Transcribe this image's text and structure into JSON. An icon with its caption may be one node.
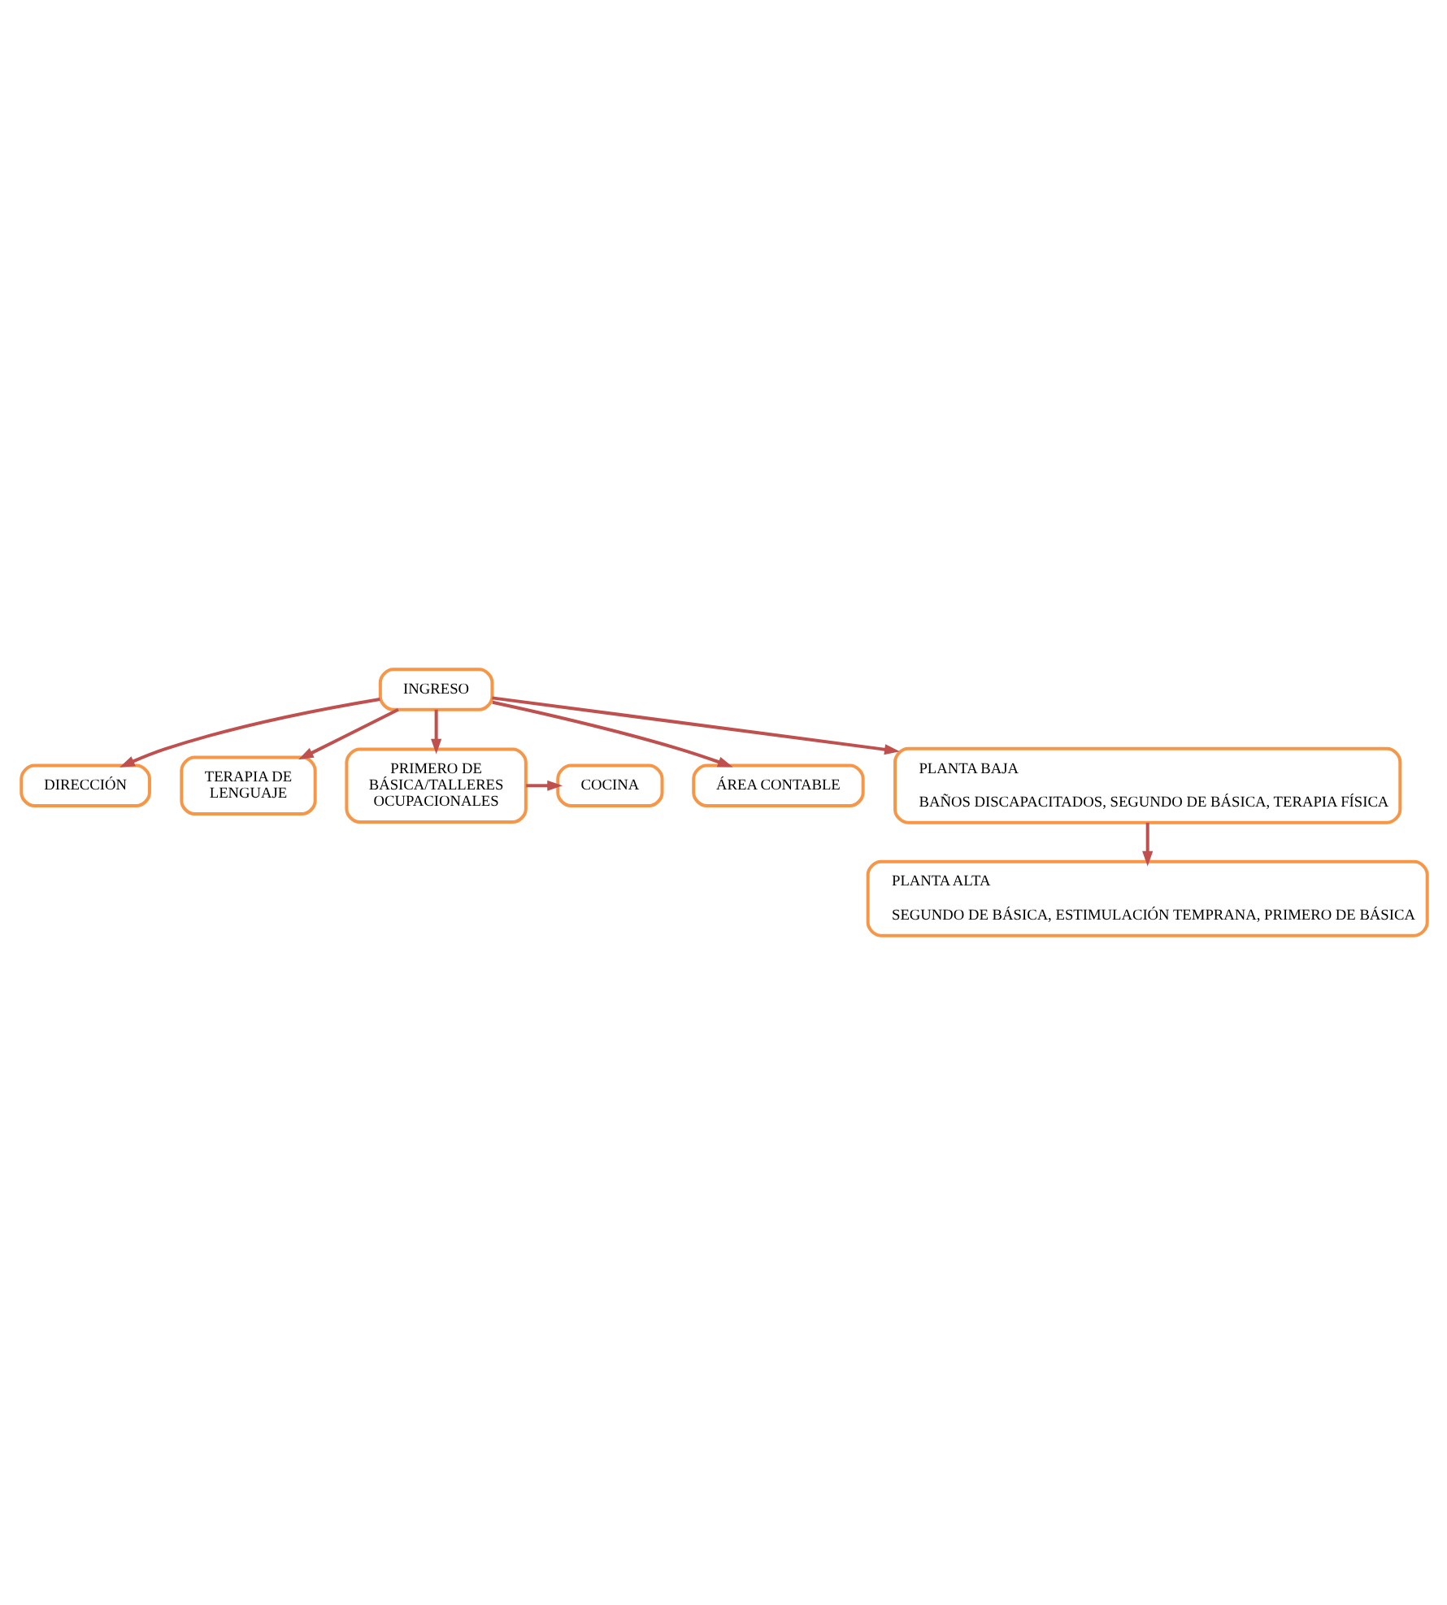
{
  "diagram": {
    "nodes": [
      {
        "text": [
          "INGRESO"
        ]
      },
      {
        "text": [
          "DIRECCIÓN"
        ]
      },
      {
        "text": [
          "TERAPIA DE LENGUAJE"
        ]
      },
      {
        "text": [
          "PRIMERO DE BÁSICA/TALLERES OCUPACIONALES"
        ]
      },
      {
        "text": [
          "COCINA"
        ]
      },
      {
        "text": [
          "ÁREA CONTABLE"
        ]
      },
      {
        "text": [
          "PLANTA BAJA",
          "BAÑOS DISCAPACITADOS, SEGUNDO DE BÁSICA, TERAPIA FÍSICA"
        ]
      },
      {
        "text": [
          "PLANTA ALTA",
          "SEGUNDO DE BÁSICA, ESTIMULACIÓN TEMPRANA, PRIMERO DE BÁSICA"
        ]
      }
    ],
    "edges": [
      {
        "from": 0,
        "to": 1,
        "arrow": "to"
      },
      {
        "from": 0,
        "to": 2,
        "arrow": "to"
      },
      {
        "from": 0,
        "to": 3,
        "arrow": "to"
      },
      {
        "from": 3,
        "to": 4,
        "arrow": "to"
      },
      {
        "from": 0,
        "to": 5,
        "arrow": "to"
      },
      {
        "from": 0,
        "to": 6,
        "arrow": "to"
      },
      {
        "from": 6,
        "to": 7,
        "arrow": "to"
      }
    ]
  }
}
